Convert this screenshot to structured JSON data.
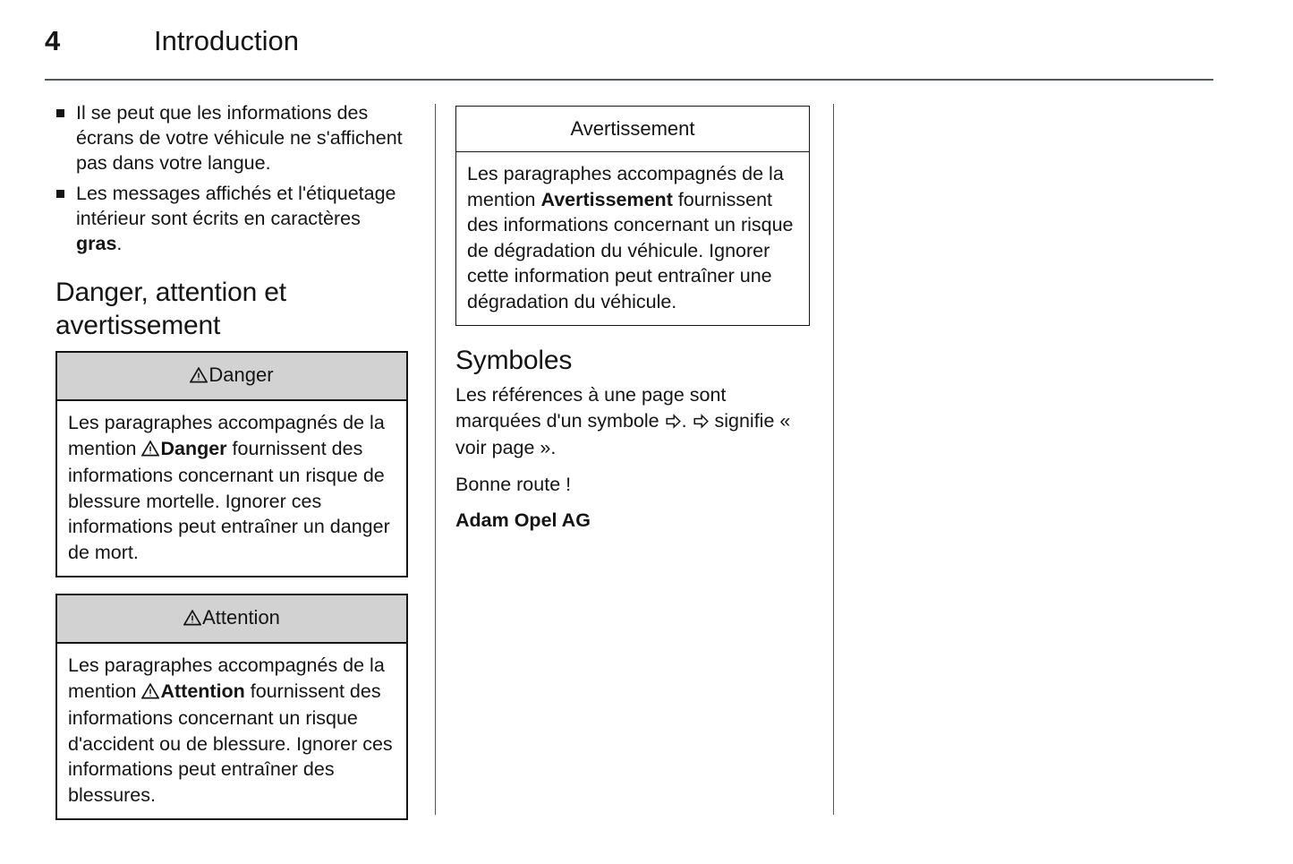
{
  "header": {
    "page_number": "4",
    "title": "Introduction"
  },
  "left_column": {
    "bullets": [
      {
        "text_before": "Il se peut que les informations des écrans de votre véhicule ne s'affichent pas dans votre langue.",
        "bold": "",
        "text_after": ""
      },
      {
        "text_before": "Les messages affichés et l'étiquetage intérieur sont écrits en caractères ",
        "bold": "gras",
        "text_after": "."
      }
    ],
    "heading": "Danger, attention et avertissement",
    "notices": [
      {
        "icon": "warning-triangle-icon",
        "head_label": "Danger",
        "head_style": "gray",
        "body_before": "Les paragraphes accompagnés de la mention ",
        "body_icon": "warning-triangle-icon",
        "body_strong": "Danger",
        "body_after": " fournissent des informations concernant un risque de blessure mortelle. Ignorer ces informations peut entraîner un danger de mort."
      },
      {
        "icon": "warning-triangle-icon",
        "head_label": "Attention",
        "head_style": "gray",
        "body_before": "Les paragraphes accompagnés de la mention ",
        "body_icon": "warning-triangle-icon",
        "body_strong": "Attention",
        "body_after": " fournissent des informations concernant un risque d'accident ou de blessure. Ignorer ces informations peut entraîner des blessures."
      }
    ]
  },
  "middle_column": {
    "notice": {
      "head_label": "Avertissement",
      "head_style": "white",
      "body_before": "Les paragraphes accompagnés de la mention ",
      "body_strong": "Avertissement",
      "body_after": " fournissent des informations concernant un risque de dégradation du véhicule. Ignorer cette information peut entraîner une dégradation du véhicule."
    },
    "heading": "Symboles",
    "symbol_icon": "right-arrow-icon",
    "paragraph_1_before": "Les références à une page sont marquées d'un symbole ",
    "paragraph_1_mid": ". ",
    "paragraph_1_after": " signifie « voir page ».",
    "paragraph_2": "Bonne route !",
    "signature": "Adam Opel AG"
  },
  "colors": {
    "text": "#151515",
    "rule": "#55585a",
    "notice_header_gray": "#d2d2d2",
    "page_background": "#ffffff"
  }
}
